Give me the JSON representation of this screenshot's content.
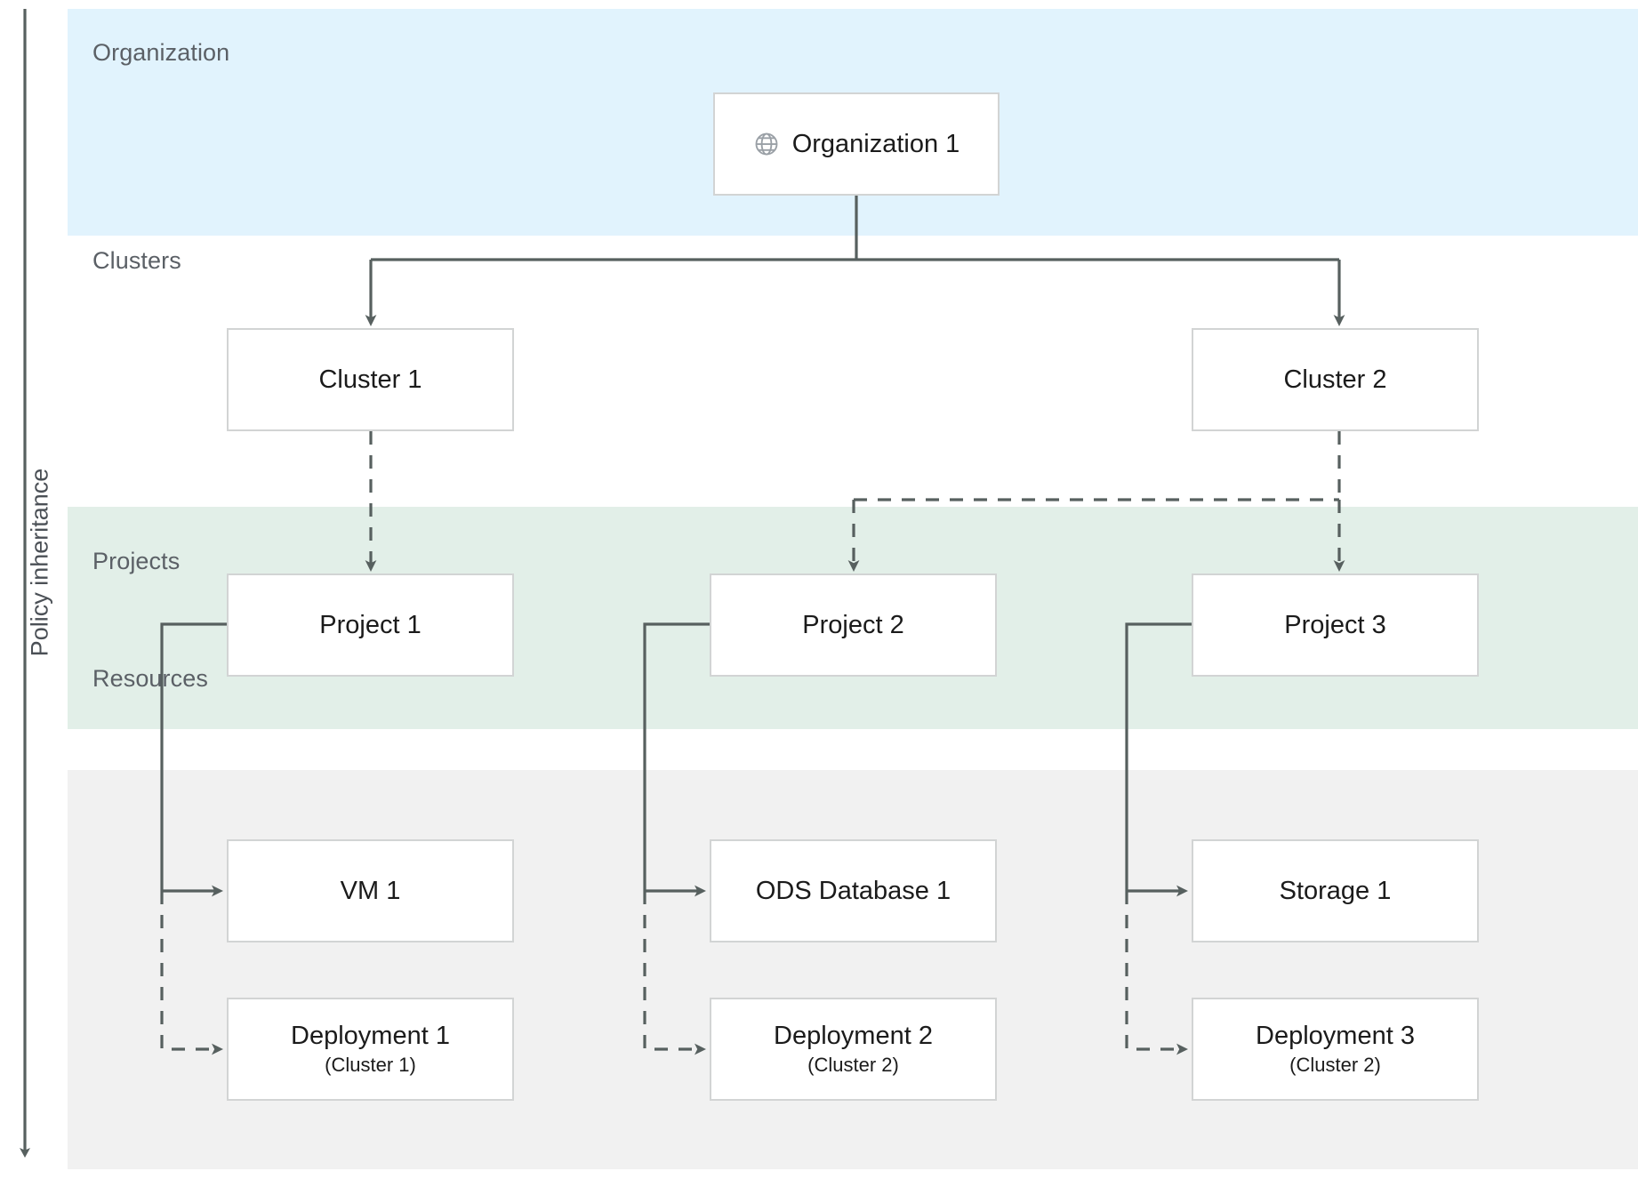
{
  "diagram": {
    "axis": {
      "label": "Policy inheritance",
      "direction": "top-to-bottom"
    },
    "bands": [
      {
        "id": "organization",
        "label": "Organization",
        "color": "#e1f3fd"
      },
      {
        "id": "clusters",
        "label": "Clusters",
        "color": "#ffffff"
      },
      {
        "id": "projects",
        "label": "Projects",
        "color": "#e2efe8"
      },
      {
        "id": "resources",
        "label": "Resources",
        "color": "#f1f1f1"
      }
    ],
    "nodes": {
      "organization_1": {
        "title": "Organization 1",
        "icon": "globe-icon"
      },
      "cluster_1": {
        "title": "Cluster 1"
      },
      "cluster_2": {
        "title": "Cluster 2"
      },
      "project_1": {
        "title": "Project 1"
      },
      "project_2": {
        "title": "Project 2"
      },
      "project_3": {
        "title": "Project 3"
      },
      "vm_1": {
        "title": "VM 1"
      },
      "ods_database_1": {
        "title": "ODS Database 1"
      },
      "storage_1": {
        "title": "Storage 1"
      },
      "deployment_1": {
        "title": "Deployment 1",
        "subtitle": "(Cluster 1)"
      },
      "deployment_2": {
        "title": "Deployment 2",
        "subtitle": "(Cluster 2)"
      },
      "deployment_3": {
        "title": "Deployment 3",
        "subtitle": "(Cluster 2)"
      }
    },
    "edges": [
      {
        "from": "organization_1",
        "to": "cluster_1",
        "style": "solid"
      },
      {
        "from": "organization_1",
        "to": "cluster_2",
        "style": "solid"
      },
      {
        "from": "cluster_1",
        "to": "project_1",
        "style": "dashed"
      },
      {
        "from": "cluster_2",
        "to": "project_2",
        "style": "dashed"
      },
      {
        "from": "cluster_2",
        "to": "project_3",
        "style": "dashed"
      },
      {
        "from": "project_1",
        "to": "vm_1",
        "style": "solid"
      },
      {
        "from": "project_1",
        "to": "deployment_1",
        "style": "dashed"
      },
      {
        "from": "project_2",
        "to": "ods_database_1",
        "style": "solid"
      },
      {
        "from": "project_2",
        "to": "deployment_2",
        "style": "dashed"
      },
      {
        "from": "project_3",
        "to": "storage_1",
        "style": "solid"
      },
      {
        "from": "project_3",
        "to": "deployment_3",
        "style": "dashed"
      }
    ],
    "colors": {
      "organization_band": "#e1f3fd",
      "projects_band": "#e2efe8",
      "resources_band": "#f1f1f1",
      "node_border": "#d2d4d4",
      "connector": "#57605f",
      "label_text": "#5b6066"
    }
  }
}
